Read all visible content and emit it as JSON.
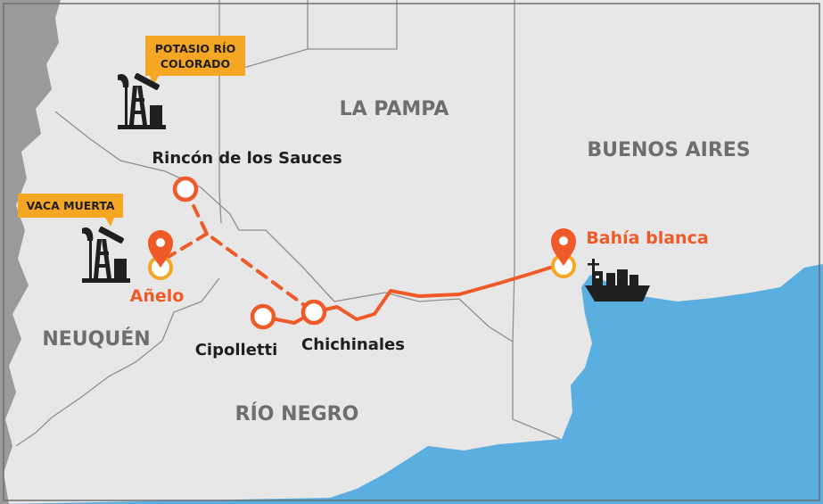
{
  "colors": {
    "land": "#e7e7e7",
    "sea": "#5aafe0",
    "border": "#8e8e8e",
    "neighbor": "#9a9a9a",
    "route": "#ef5a28",
    "pin_ring": "#f5a623",
    "callout_bg": "#f5a623",
    "region_text": "#6e6e6e",
    "city_text": "#1f1f1f",
    "icon": "#1f1f1f"
  },
  "regions": {
    "la_pampa": "LA PAMPA",
    "buenos_aires": "BUENOS AIRES",
    "neuquen": "NEUQUÉN",
    "rio_negro": "RÍO NEGRO"
  },
  "cities": {
    "rincon": "Rincón de los Sauces",
    "anelo": "Añelo",
    "cipolletti": "Cipolletti",
    "chichinales": "Chichinales",
    "bahia_blanca": "Bahía blanca"
  },
  "callouts": {
    "potasio_line1": "POTASIO RÍO",
    "potasio_line2": "COLORADO",
    "vaca_muerta": "VACA MUERTA"
  },
  "icons": {
    "oil_pump_potasio": "oil-pump-icon",
    "oil_pump_vaca": "oil-pump-icon",
    "ship": "cargo-ship-icon",
    "pin": "location-pin-icon"
  }
}
